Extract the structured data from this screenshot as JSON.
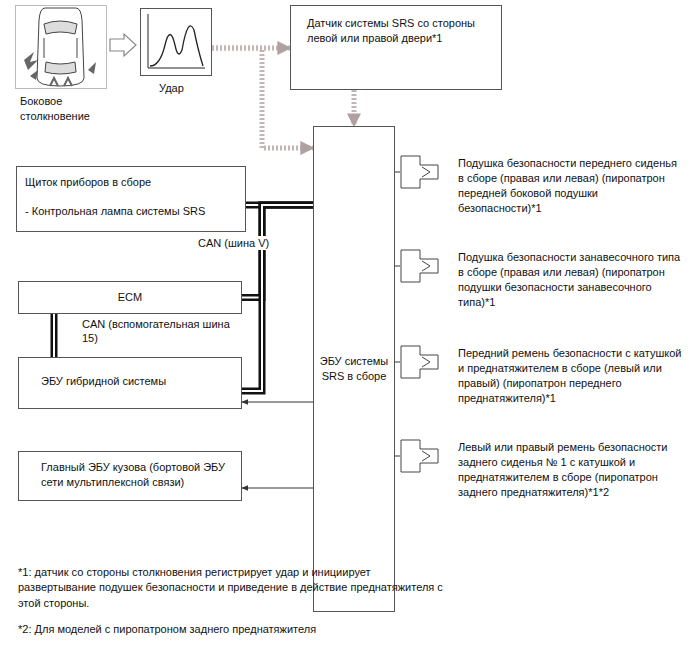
{
  "diagram": {
    "nodes": [
      {
        "text": [
          "Боковое столкновение"
        ]
      },
      {
        "text": [
          "Удар"
        ]
      },
      {
        "text": [
          "Датчик системы SRS со стороны левой или правой двери*1"
        ]
      },
      {
        "text": [
          "Щиток приборов в сборе",
          "- Контрольная лампа системы SRS"
        ]
      },
      {
        "text": [
          "ECM"
        ]
      },
      {
        "text": [
          "ЭБУ гибридной системы"
        ]
      },
      {
        "text": [
          "Главный ЭБУ кузова (бортовой ЭБУ сети мультиплексной связи)"
        ]
      },
      {
        "text": [
          "ЭБУ системы SRS в сборе"
        ]
      },
      {
        "text": [
          "Подушка безопасности переднего сиденья в сборе (правая или левая) (пиропатрон передней боковой подушки безопасности)*1"
        ]
      },
      {
        "text": [
          "Подушка безопасности занавесочного типа в сборе (правая или левая) (пиропатрон подушки безопасности занавесочного типа)*1"
        ]
      },
      {
        "text": [
          "Передний ремень безопасности с катушкой и преднатяжителем в сборе (левый или правый) (пиропатрон переднего преднатяжителя)*1"
        ]
      },
      {
        "text": [
          "Левый или правый ремень безопасности заднего сиденья № 1 с катушкой и преднатяжителем в сборе (пиропатрон заднего преднатяжителя)*1*2"
        ]
      }
    ],
    "edges": [
      {
        "from": 0,
        "to": 1,
        "arrow": "to"
      },
      {
        "from": 1,
        "to": 2,
        "arrow": "to"
      },
      {
        "from": 1,
        "to": 7,
        "arrow": "to"
      },
      {
        "from": 2,
        "to": 7,
        "arrow": "to"
      },
      {
        "from": 3,
        "to": 7,
        "arrow": "none",
        "label": "CAN (шина V)"
      },
      {
        "from": 4,
        "to": 7,
        "arrow": "none"
      },
      {
        "from": 5,
        "to": 7,
        "arrow": "none"
      },
      {
        "from": 4,
        "to": 5,
        "arrow": "none",
        "label": "CAN (вспомогательная шина 15)"
      },
      {
        "from": 7,
        "to": 5,
        "arrow": "to"
      },
      {
        "from": 7,
        "to": 6,
        "arrow": "to"
      },
      {
        "from": 7,
        "to": 8,
        "arrow": "none"
      },
      {
        "from": 7,
        "to": 9,
        "arrow": "none"
      },
      {
        "from": 7,
        "to": 10,
        "arrow": "none"
      },
      {
        "from": 7,
        "to": 11,
        "arrow": "none"
      }
    ],
    "labels": [
      "*1: датчик со стороны столкновения регистрирует удар и инициирует развертывание подушек безопасности и приведение в действие преднатяжителя с этой стороны.",
      "*2: Для моделей с пиропатроном заднего преднатяжителя"
    ]
  }
}
